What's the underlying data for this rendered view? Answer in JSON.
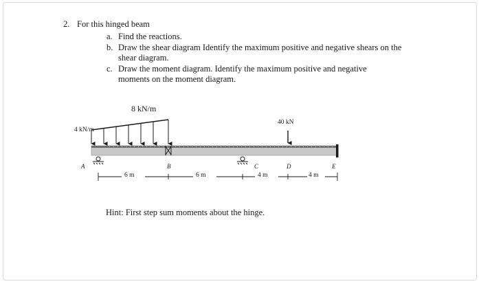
{
  "problem": {
    "number": "2.",
    "title": "For this hinged beam",
    "items": [
      {
        "marker": "a.",
        "lines": [
          "Find the reactions."
        ]
      },
      {
        "marker": "b.",
        "lines": [
          "Draw the shear diagram Identify the maximum positive and negative shears on the",
          "shear diagram."
        ]
      },
      {
        "marker": "c.",
        "lines": [
          "Draw the moment diagram. Identify the maximum positive and negative",
          "moments on the moment diagram."
        ]
      }
    ],
    "hint": "Hint: First step sum moments about the hinge."
  },
  "figure": {
    "load_max": "8 kN/m",
    "load_min": "4 kN/m",
    "point_load": "40 kN",
    "points": [
      "A",
      "B",
      "C",
      "D",
      "E"
    ],
    "spans": [
      "6 m",
      "6 m",
      "4 m",
      "4 m"
    ]
  },
  "colors": {
    "beam_fill": "#c8c8c8",
    "beam_top": "#6e6e6e",
    "ink": "#1a1a1a",
    "border": "#d9d9d9"
  }
}
